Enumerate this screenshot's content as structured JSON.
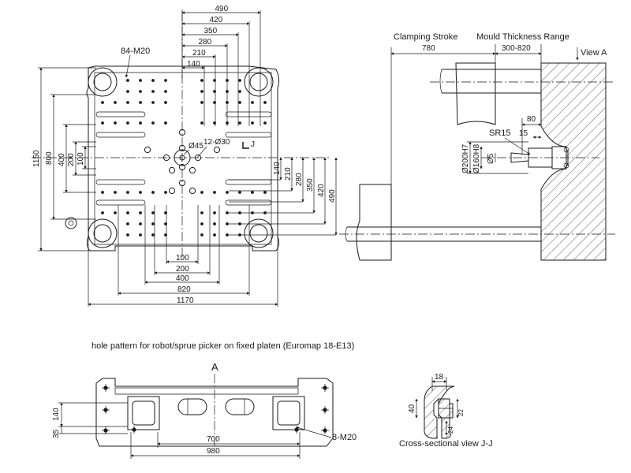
{
  "front_view": {
    "top_dims": [
      "490",
      "420",
      "350",
      "280",
      "210",
      "140"
    ],
    "right_dims": [
      "140",
      "210",
      "280",
      "350",
      "420",
      "490"
    ],
    "left_dims": [
      "1150",
      "800",
      "400",
      "200",
      "100"
    ],
    "bottom_dims": [
      "100",
      "200",
      "400",
      "820",
      "1170"
    ],
    "label_m20": "84-M20",
    "label_d45": "Ø45",
    "label_d30": "12-Ø30",
    "section_mark": "J"
  },
  "side_view": {
    "clamping_stroke_label": "Clamping Stroke",
    "clamping_stroke_value": "780",
    "mould_thickness_label": "Mould Thickness Range",
    "mould_thickness_value": "300-820",
    "view_label": "View A",
    "dim_80": "80",
    "dim_15": "15",
    "sr15": "SR15",
    "d200": "Ø200H7",
    "d160": "Ø160H8",
    "d5": "Ø5"
  },
  "robot_caption": "hole pattern for robot/sprue picker on fixed platen (Euromap 18-E13)",
  "bottom_view": {
    "marker": "A",
    "dim_140": "140",
    "dim_35": "35",
    "dim_700": "700",
    "dim_980": "980",
    "label_m20": "8-M20"
  },
  "section": {
    "dim_18": "18",
    "dim_40": "40",
    "dim_22": "22",
    "dim_24": "24",
    "caption": "Cross-sectional view  J-J"
  }
}
